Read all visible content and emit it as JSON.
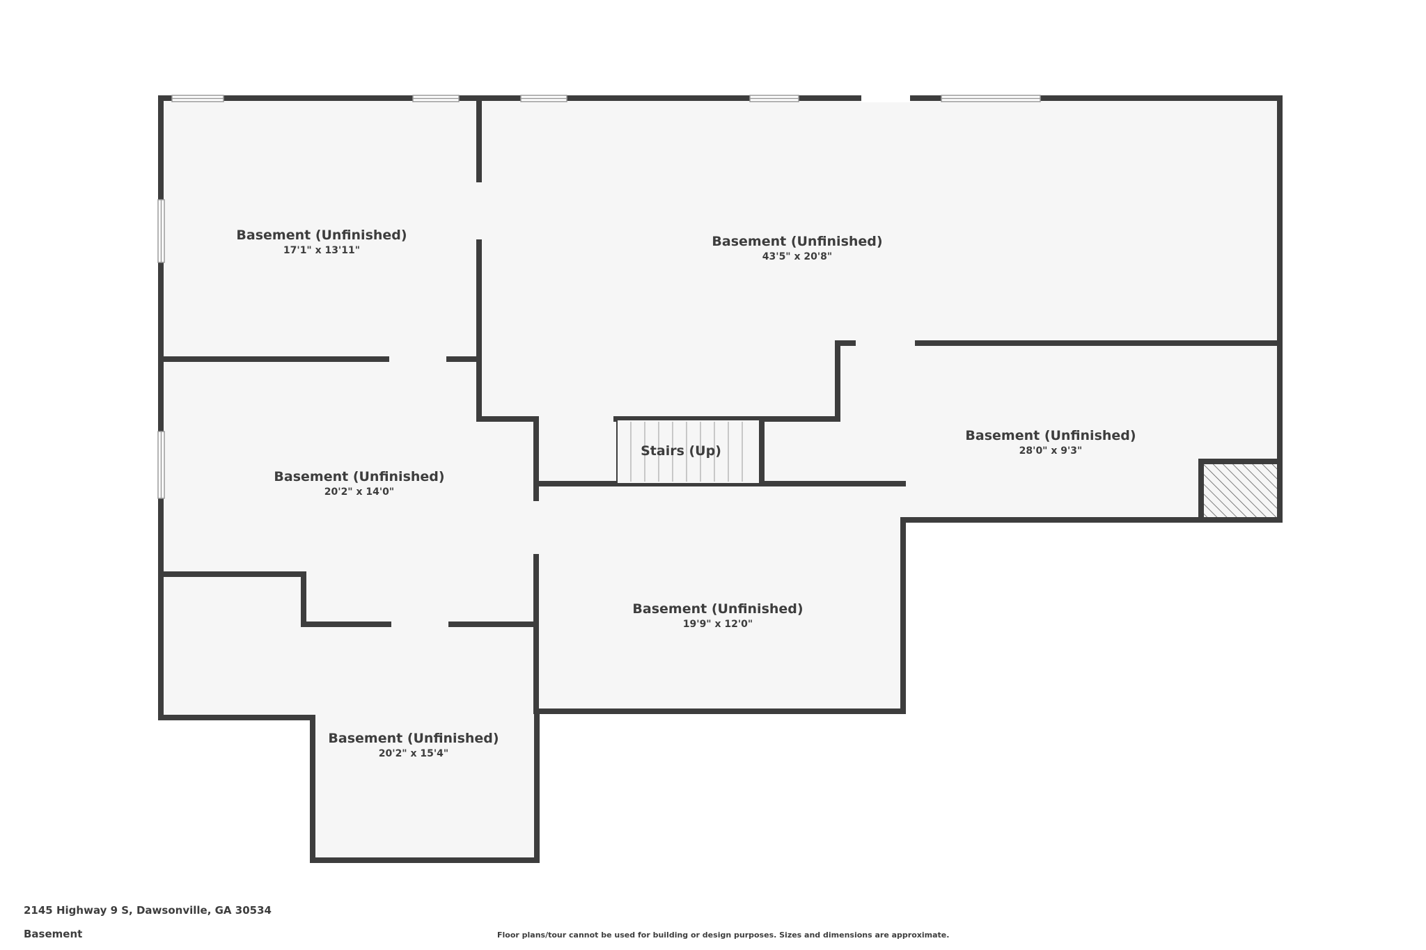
{
  "rooms": [
    {
      "name": "Basement (Unfinished)",
      "dimensions": "17'1\" x 13'11\""
    },
    {
      "name": "Basement (Unfinished)",
      "dimensions": "43'5\" x 20'8\""
    },
    {
      "name": "Basement (Unfinished)",
      "dimensions": "28'0\" x 9'3\""
    },
    {
      "name": "Basement (Unfinished)",
      "dimensions": "20'2\" x 14'0\""
    },
    {
      "name": "Basement (Unfinished)",
      "dimensions": "19'9\" x 12'0\""
    },
    {
      "name": "Basement (Unfinished)",
      "dimensions": "20'2\" x 15'4\""
    }
  ],
  "stairs": {
    "label": "Stairs (Up)"
  },
  "footer": {
    "address": "2145 Highway 9 S, Dawsonville, GA 30534",
    "floor": "Basement",
    "disclaimer": "Floor plans/tour cannot be used for building or design purposes. Sizes and dimensions are approximate."
  },
  "colors": {
    "wall": "#3d3d3d",
    "floor": "#f6f6f6",
    "text": "#3d3d3d"
  }
}
